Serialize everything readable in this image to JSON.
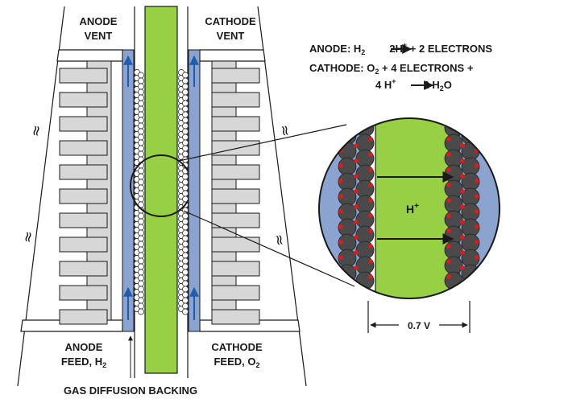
{
  "labels": {
    "anode_vent": [
      "ANODE",
      "VENT"
    ],
    "cathode_vent": [
      "CATHODE",
      "VENT"
    ],
    "anode_feed": [
      "ANODE",
      "FEED, H",
      "2"
    ],
    "cathode_feed": [
      "CATHODE",
      "FEED, O",
      "2"
    ],
    "gas_diffusion_backing": "GAS DIFFUSION BACKING",
    "proton": [
      "H",
      "+"
    ],
    "voltage": "0.7 V"
  },
  "equations": {
    "anode": [
      "ANODE:  H",
      "2",
      "2H",
      "+",
      " + 2 ELECTRONS"
    ],
    "cathode_line1": [
      "CATHODE:  O",
      "2",
      " + 4 ELECTRONS +"
    ],
    "cathode_line2": [
      "4 H",
      "+",
      "2 H",
      "2",
      "O"
    ]
  },
  "colors": {
    "membrane": "#97cf45",
    "gas_channel": "#8aa3cf",
    "catalyst_particle": "#4a4a4a",
    "catalyst_site": "#e01a1a",
    "flow_arrow": "#1f5db0",
    "plate": "#d7d7d7",
    "outline": "#1a1a1a"
  },
  "icons": {
    "break_marks": "tilde-break-icon",
    "flow_arrows": "up-arrow-icon",
    "reaction_arrows": "right-arrow-icon"
  }
}
